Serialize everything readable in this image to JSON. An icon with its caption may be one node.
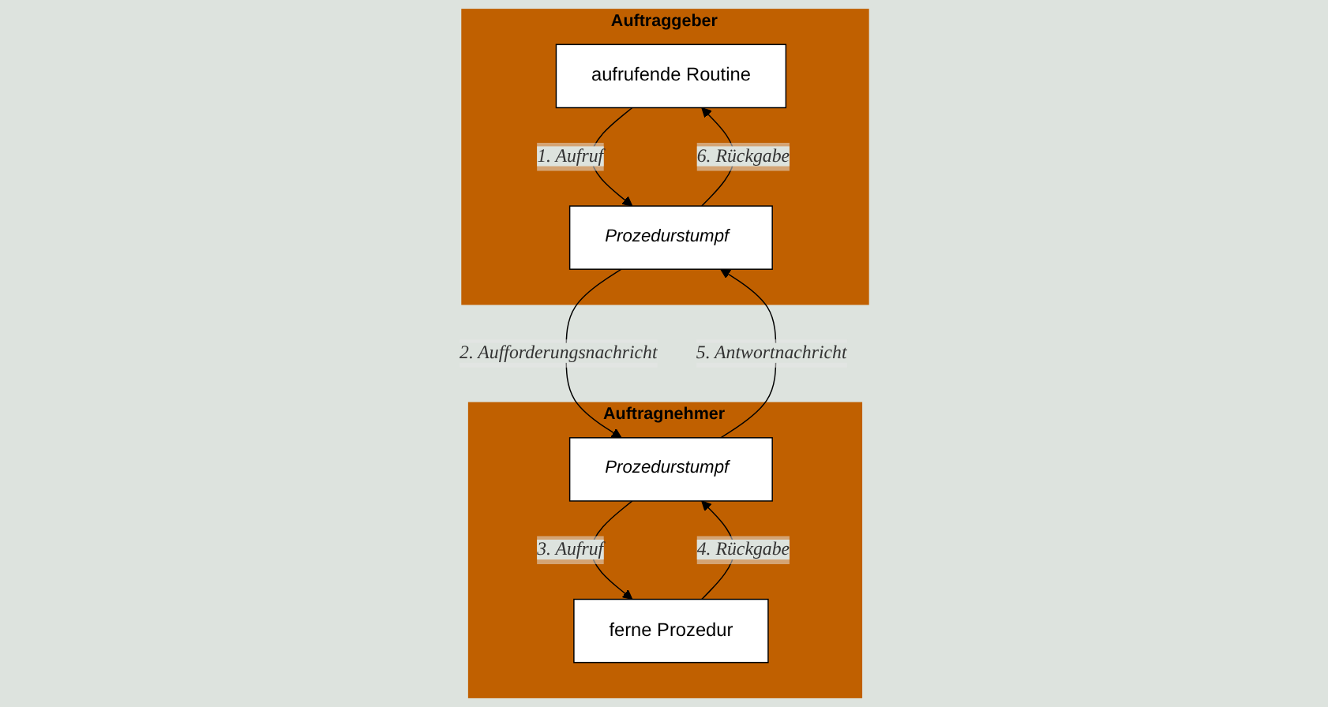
{
  "diagram": {
    "nodes": [
      {
        "text": [
          "Auftraggeber"
        ]
      },
      {
        "text": [
          "aufrufende Routine"
        ],
        "in": 0
      },
      {
        "text": [
          "Prozedurstumpf"
        ],
        "in": 0
      },
      {
        "text": [
          "Auftragnehmer"
        ]
      },
      {
        "text": [
          "Prozedurstumpf"
        ],
        "in": 3
      },
      {
        "text": [
          "ferne Prozedur"
        ],
        "in": 3
      }
    ],
    "edges": [
      {
        "from": 1,
        "to": 2,
        "arrow": "to",
        "label": "1. Aufruf"
      },
      {
        "from": 2,
        "to": 1,
        "arrow": "to",
        "label": "6. Rückgabe"
      },
      {
        "from": 4,
        "to": 2,
        "arrow": "to",
        "label": "5. Antwortnachricht"
      },
      {
        "from": 2,
        "to": 4,
        "arrow": "to",
        "label": "2. Aufforderungsnachricht"
      },
      {
        "from": 4,
        "to": 5,
        "arrow": "to",
        "label": "3. Aufruf"
      },
      {
        "from": 5,
        "to": 4,
        "arrow": "to",
        "label": "4. Rückgabe"
      }
    ]
  }
}
